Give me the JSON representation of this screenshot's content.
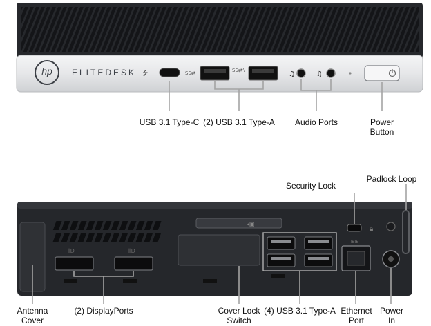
{
  "front": {
    "brand_text": "ELITEDESK",
    "logo_text": "hp",
    "labels": {
      "usb_c": "USB 3.1 Type-C",
      "usb_a": "(2) USB 3.1 Type-A",
      "audio": "Audio Ports",
      "power_button_line1": "Power",
      "power_button_line2": "Button"
    }
  },
  "rear": {
    "labels": {
      "security_lock": "Security Lock",
      "padlock_loop": "Padlock Loop",
      "antenna_cover_line1": "Antenna",
      "antenna_cover_line2": "Cover",
      "displayports": "(2) DisplayPorts",
      "cover_lock_line1": "Cover Lock",
      "cover_lock_line2": "Switch",
      "usb_a": "(4) USB 3.1 Type-A",
      "ethernet_line1": "Ethernet",
      "ethernet_line2": "Port",
      "power_in_line1": "Power",
      "power_in_line2": "In"
    }
  },
  "colors": {
    "chassis_black": "#202226",
    "bezel_silver": "#e9eaec",
    "label_line": "#a3a3a3"
  }
}
